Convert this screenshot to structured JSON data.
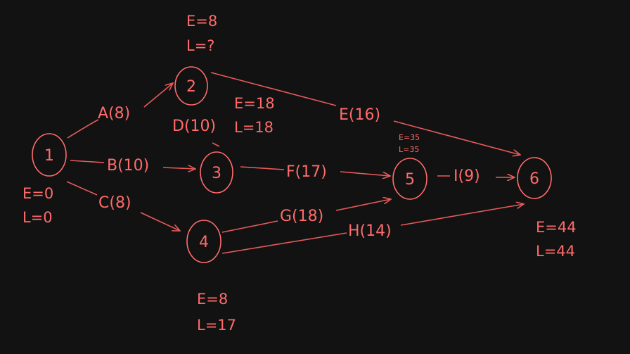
{
  "colors": {
    "background": "#121212",
    "stroke": "#ff6b6b"
  },
  "nodes": [
    {
      "id": "1",
      "label": "1",
      "E": "E=0",
      "L": "L=0"
    },
    {
      "id": "2",
      "label": "2",
      "E": "E=8",
      "L": "L=?"
    },
    {
      "id": "3",
      "label": "3",
      "E": "E=18",
      "L": "L=18"
    },
    {
      "id": "4",
      "label": "4",
      "E": "E=8",
      "L": "L=17"
    },
    {
      "id": "5",
      "label": "5",
      "E": "E=35",
      "L": "L=35"
    },
    {
      "id": "6",
      "label": "6",
      "E": "E=44",
      "L": "L=44"
    }
  ],
  "edges": [
    {
      "label": "A(8)",
      "from": "1",
      "to": "2"
    },
    {
      "label": "B(10)",
      "from": "1",
      "to": "3"
    },
    {
      "label": "C(8)",
      "from": "1",
      "to": "4"
    },
    {
      "label": "D(10)",
      "from": "2",
      "to": "3"
    },
    {
      "label": "E(16)",
      "from": "2",
      "to": "6"
    },
    {
      "label": "F(17)",
      "from": "3",
      "to": "5"
    },
    {
      "label": "G(18)",
      "from": "4",
      "to": "5"
    },
    {
      "label": "H(14)",
      "from": "4",
      "to": "6"
    },
    {
      "label": "I(9)",
      "from": "5",
      "to": "6"
    }
  ]
}
